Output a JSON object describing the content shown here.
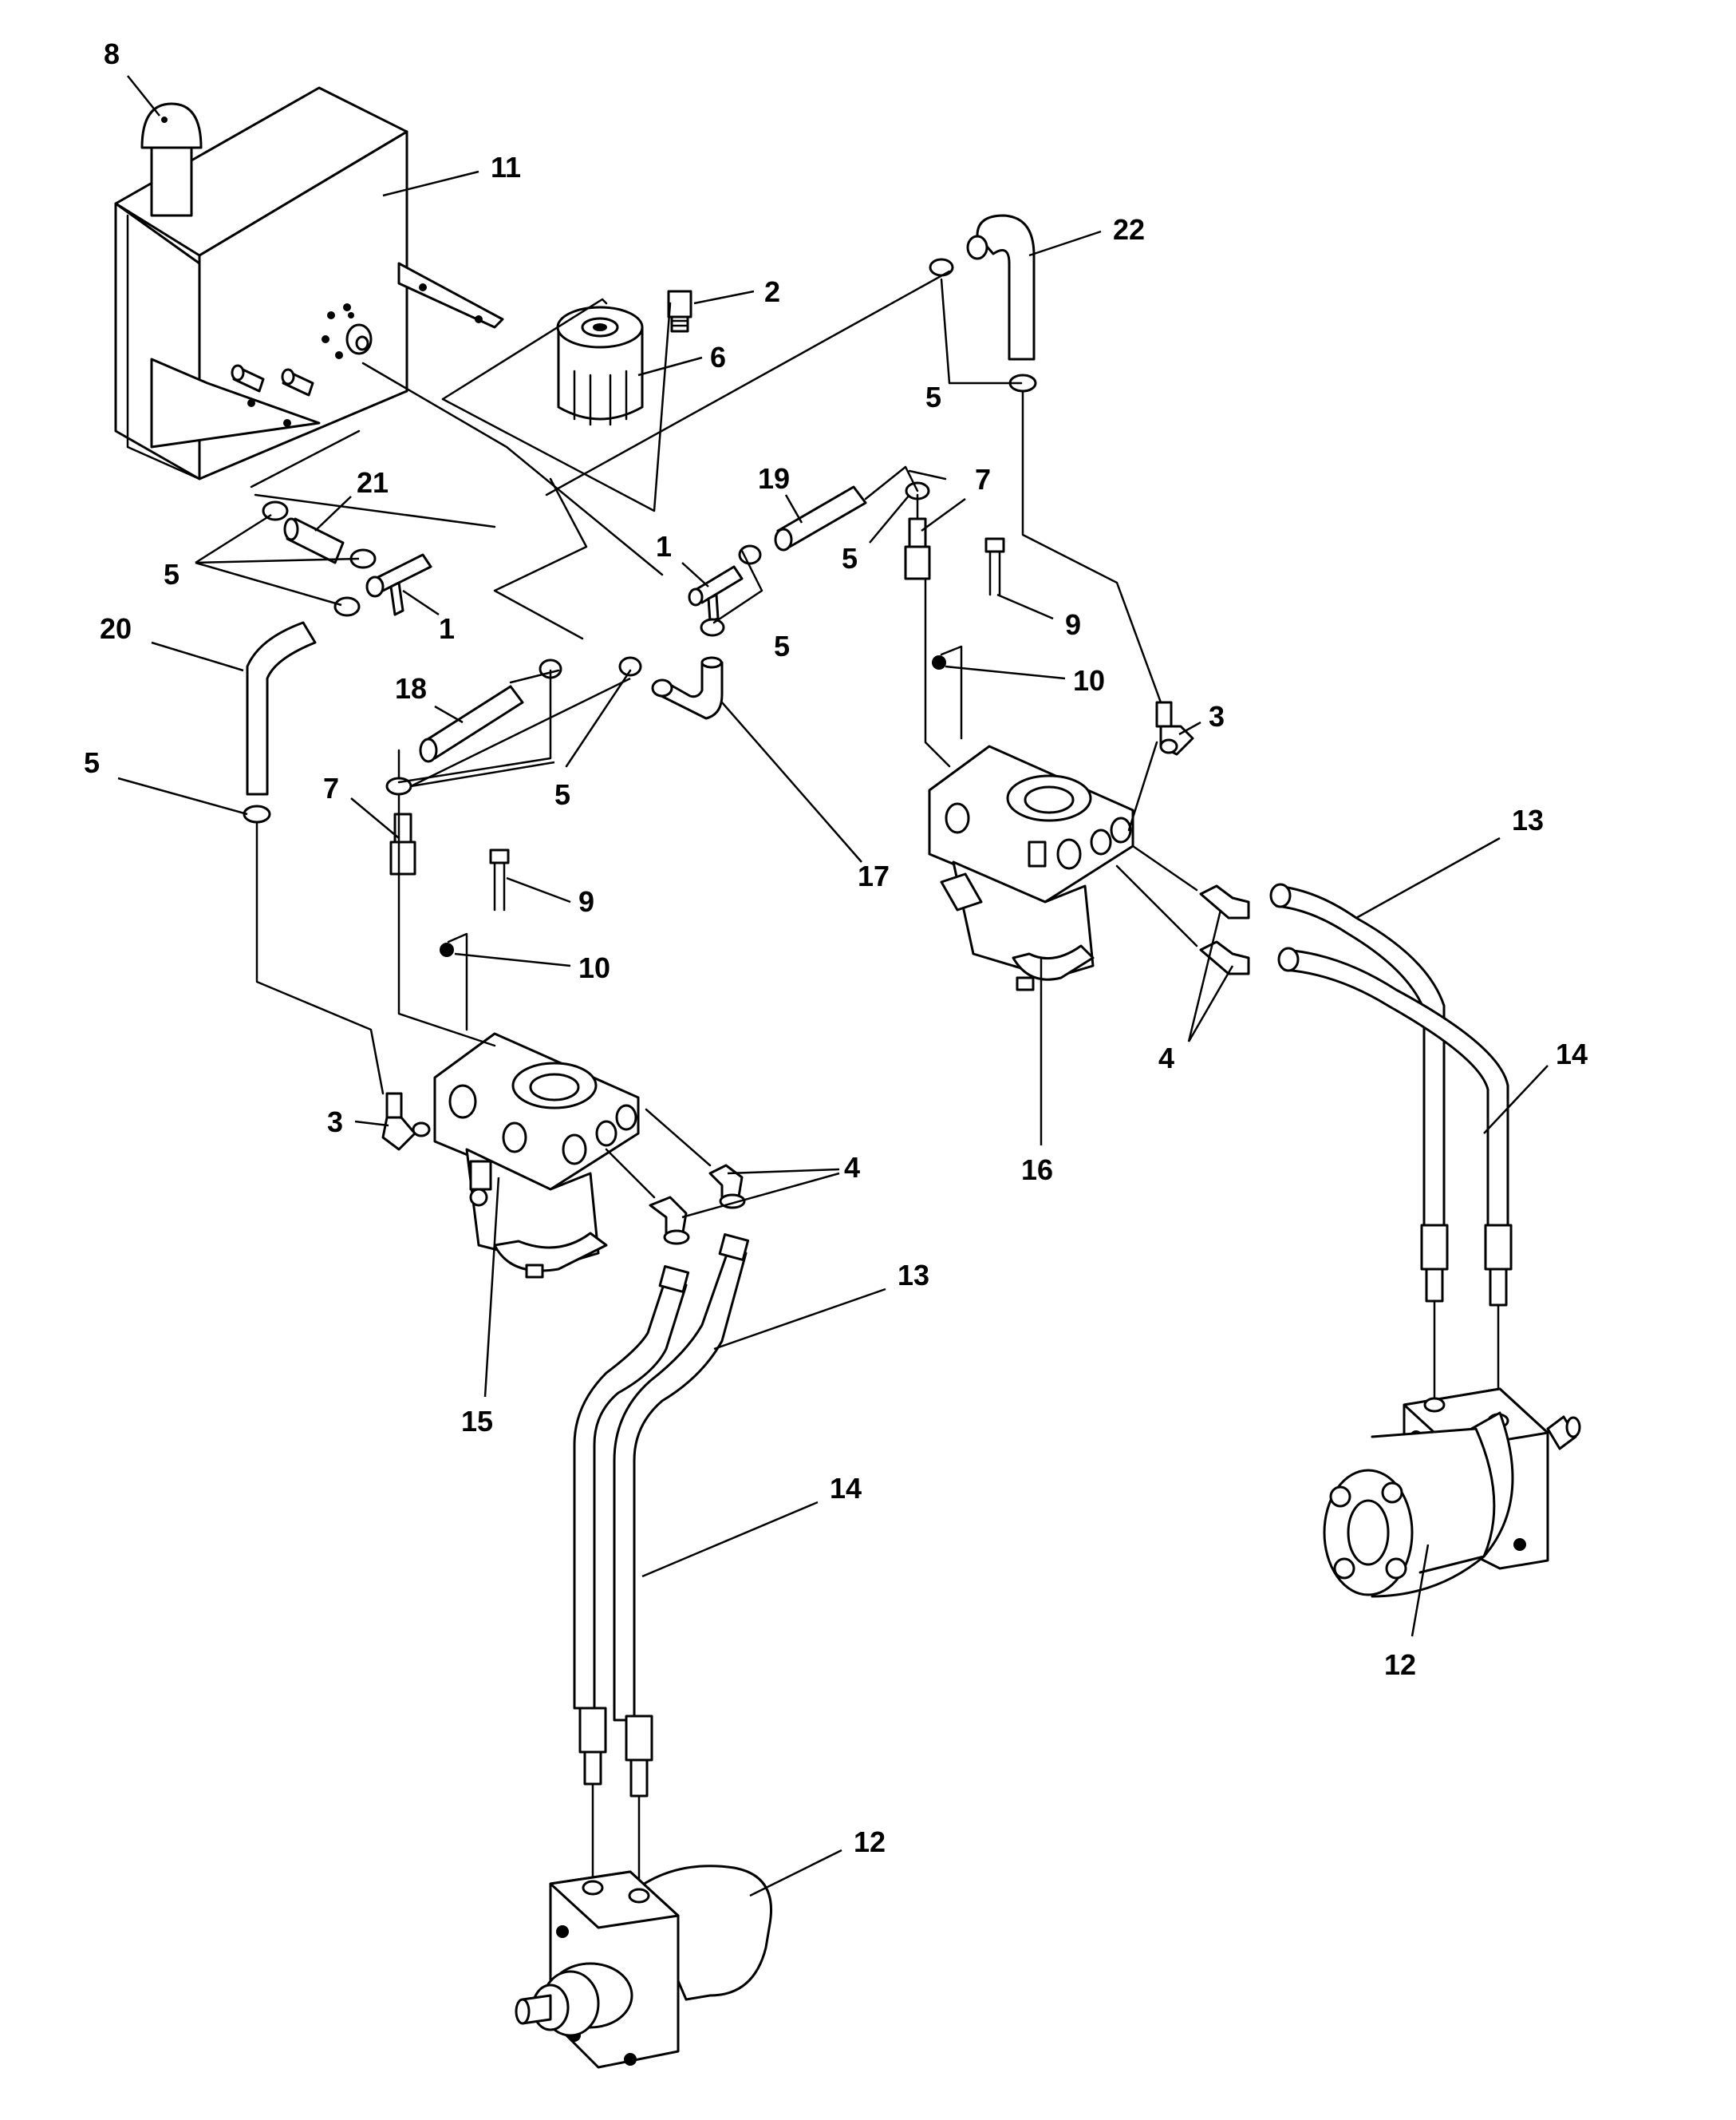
{
  "diagram": {
    "callouts": [
      {
        "label": "8"
      },
      {
        "label": "11"
      },
      {
        "label": "2"
      },
      {
        "label": "6"
      },
      {
        "label": "22"
      },
      {
        "label": "5"
      },
      {
        "label": "21"
      },
      {
        "label": "5"
      },
      {
        "label": "1"
      },
      {
        "label": "19"
      },
      {
        "label": "7"
      },
      {
        "label": "5"
      },
      {
        "label": "1"
      },
      {
        "label": "5"
      },
      {
        "label": "9"
      },
      {
        "label": "20"
      },
      {
        "label": "10"
      },
      {
        "label": "18"
      },
      {
        "label": "3"
      },
      {
        "label": "5"
      },
      {
        "label": "5"
      },
      {
        "label": "7"
      },
      {
        "label": "17"
      },
      {
        "label": "13"
      },
      {
        "label": "9"
      },
      {
        "label": "10"
      },
      {
        "label": "4"
      },
      {
        "label": "14"
      },
      {
        "label": "3"
      },
      {
        "label": "16"
      },
      {
        "label": "4"
      },
      {
        "label": "13"
      },
      {
        "label": "15"
      },
      {
        "label": "12"
      },
      {
        "label": "14"
      },
      {
        "label": "12"
      }
    ]
  }
}
